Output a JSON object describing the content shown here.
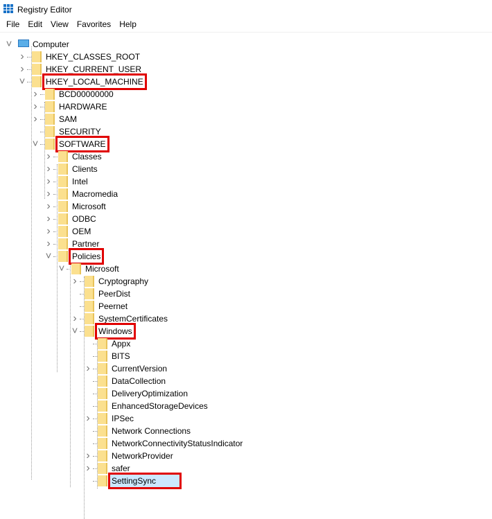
{
  "window": {
    "title": "Registry Editor"
  },
  "menu": [
    "File",
    "Edit",
    "View",
    "Favorites",
    "Help"
  ],
  "colors": {
    "highlight": "#e00000",
    "selection": "#cce8ff",
    "folder": "#fbe08f"
  },
  "tree": [
    {
      "label": "Computer",
      "level": 0,
      "exp": "expanded"
    },
    {
      "label": "HKEY_CLASSES_ROOT",
      "level": 1,
      "exp": "collapsed"
    },
    {
      "label": "HKEY_CURRENT_USER",
      "level": 1,
      "exp": "collapsed"
    },
    {
      "label": "HKEY_LOCAL_MACHINE",
      "level": 1,
      "exp": "expanded",
      "highlight": true
    },
    {
      "label": "BCD00000000",
      "level": 2,
      "exp": "collapsed"
    },
    {
      "label": "HARDWARE",
      "level": 2,
      "exp": "collapsed"
    },
    {
      "label": "SAM",
      "level": 2,
      "exp": "collapsed"
    },
    {
      "label": "SECURITY",
      "level": 2,
      "exp": "none"
    },
    {
      "label": "SOFTWARE",
      "level": 2,
      "exp": "expanded",
      "highlight": true
    },
    {
      "label": "Classes",
      "level": 3,
      "exp": "collapsed"
    },
    {
      "label": "Clients",
      "level": 3,
      "exp": "collapsed"
    },
    {
      "label": "Intel",
      "level": 3,
      "exp": "collapsed"
    },
    {
      "label": "Macromedia",
      "level": 3,
      "exp": "collapsed"
    },
    {
      "label": "Microsoft",
      "level": 3,
      "exp": "collapsed"
    },
    {
      "label": "ODBC",
      "level": 3,
      "exp": "collapsed"
    },
    {
      "label": "OEM",
      "level": 3,
      "exp": "collapsed"
    },
    {
      "label": "Partner",
      "level": 3,
      "exp": "collapsed"
    },
    {
      "label": "Policies",
      "level": 3,
      "exp": "expanded",
      "highlight": true
    },
    {
      "label": "Microsoft",
      "level": 4,
      "exp": "expanded"
    },
    {
      "label": "Cryptography",
      "level": 5,
      "exp": "collapsed"
    },
    {
      "label": "PeerDist",
      "level": 5,
      "exp": "none"
    },
    {
      "label": "Peernet",
      "level": 5,
      "exp": "none"
    },
    {
      "label": "SystemCertificates",
      "level": 5,
      "exp": "collapsed"
    },
    {
      "label": "Windows",
      "level": 5,
      "exp": "expanded",
      "highlight": true
    },
    {
      "label": "Appx",
      "level": 6,
      "exp": "none"
    },
    {
      "label": "BITS",
      "level": 6,
      "exp": "none"
    },
    {
      "label": "CurrentVersion",
      "level": 6,
      "exp": "collapsed"
    },
    {
      "label": "DataCollection",
      "level": 6,
      "exp": "none"
    },
    {
      "label": "DeliveryOptimization",
      "level": 6,
      "exp": "none"
    },
    {
      "label": "EnhancedStorageDevices",
      "level": 6,
      "exp": "none"
    },
    {
      "label": "IPSec",
      "level": 6,
      "exp": "collapsed"
    },
    {
      "label": "Network Connections",
      "level": 6,
      "exp": "none"
    },
    {
      "label": "NetworkConnectivityStatusIndicator",
      "level": 6,
      "exp": "none"
    },
    {
      "label": "NetworkProvider",
      "level": 6,
      "exp": "collapsed"
    },
    {
      "label": "safer",
      "level": 6,
      "exp": "collapsed"
    },
    {
      "label": "SettingSync",
      "level": 6,
      "exp": "none",
      "highlight": true,
      "selected": true
    }
  ]
}
